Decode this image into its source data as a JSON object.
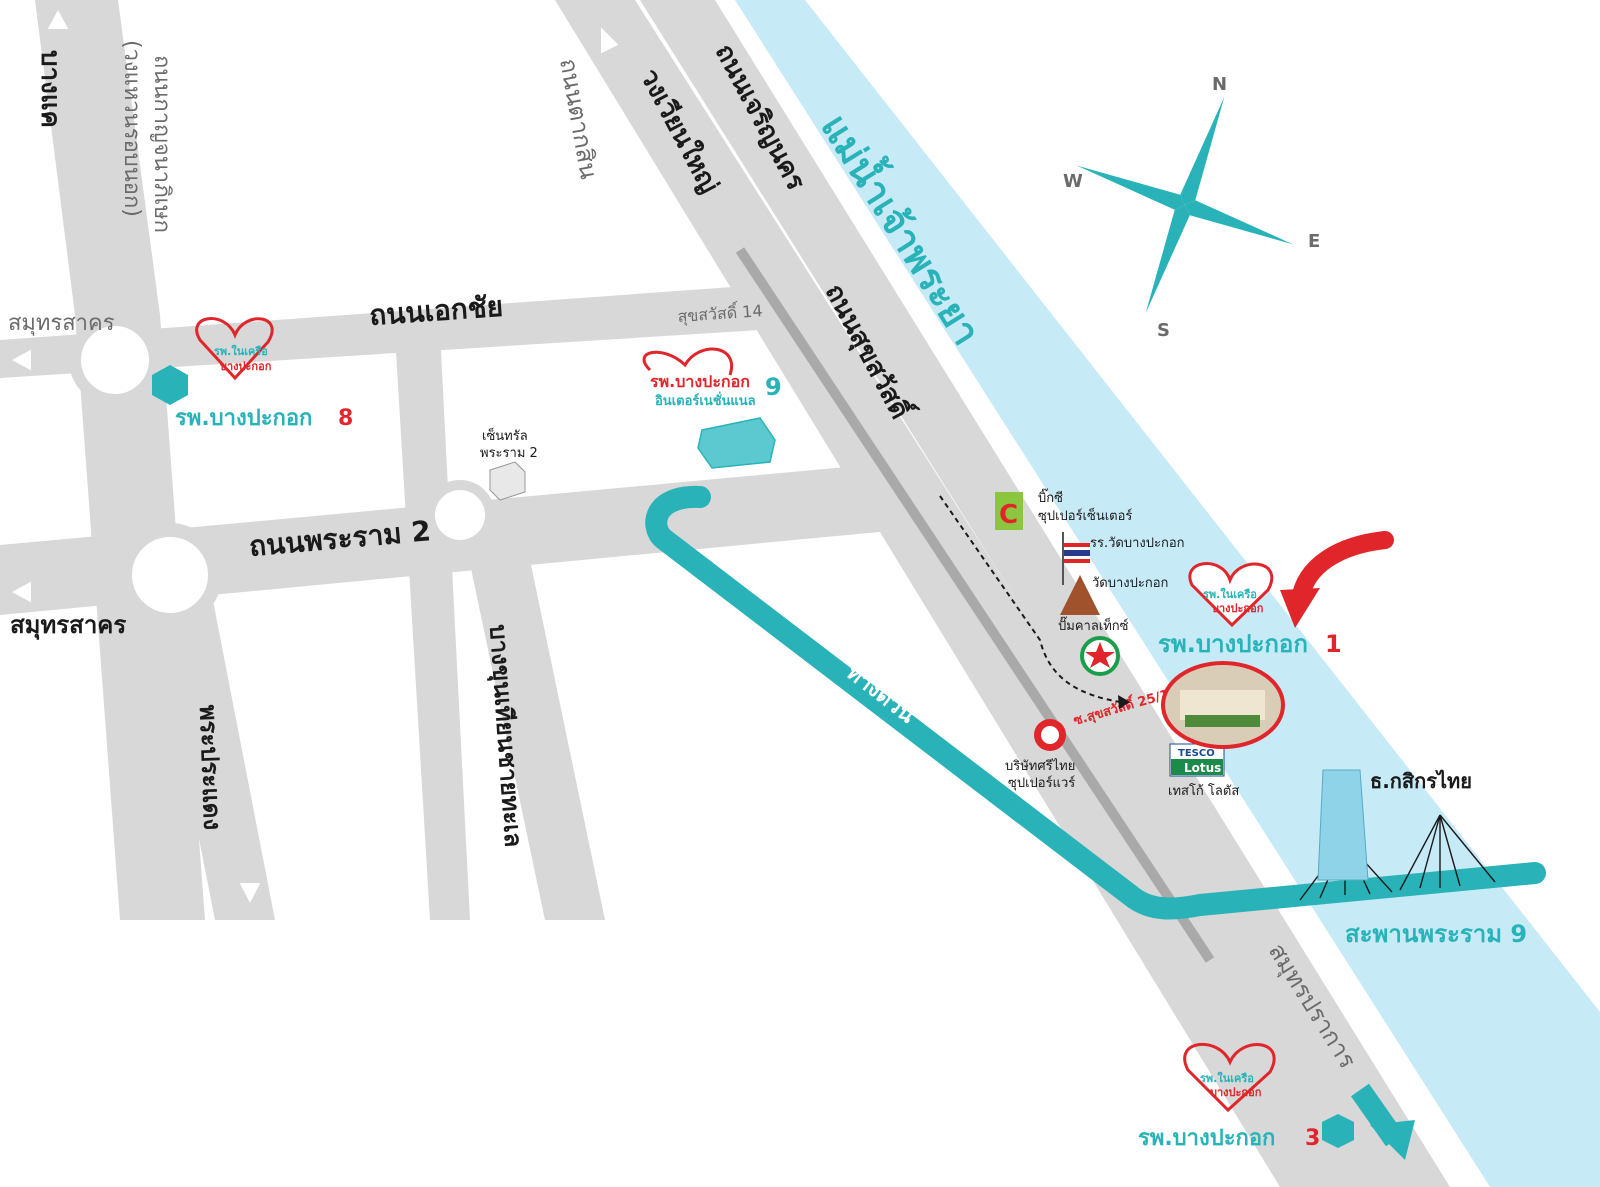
{
  "colors": {
    "river": "#c7eaf7",
    "road": "#d6d6d6",
    "road_dark": "#bdbdbd",
    "expressway": "#29b3b8",
    "brand_red": "#e0262b",
    "text_dark": "#1a1a1a",
    "text_grey": "#6b6b6b"
  },
  "compass": {
    "n": "N",
    "e": "E",
    "s": "S",
    "w": "W"
  },
  "river": {
    "name": "แม่น้ำเจ้าพระยา"
  },
  "roads": {
    "bang_khae": "บางแค",
    "kanchanaphisek": "ถนนกาญจนาภิเษก",
    "outer_ring": "(วงแหวนรอบนอก)",
    "taksin": "ถนนตากสิน",
    "wongwian_yai": "วงเวียนใหญ่",
    "charoen_nakhon": "ถนนเจริญนคร",
    "ekkachai": "ถนนเอกชัย",
    "suksawat": "ถนนสุขสวัสดิ์",
    "suksawat_14": "สุขสวัสดิ์ 14",
    "rama2": "ถนนพระราม 2",
    "samut_sakhon_top": "สมุทรสาคร",
    "samut_sakhon_bottom": "สมุทรสาคร",
    "phra_pradaeng": "พระประแดง",
    "bang_khun_thian": "บางขุนเทียนชายทะเล",
    "expressway": "ทางด่วน",
    "soi_25_1": "ซ.สุขสวัสดิ์ 25/1",
    "samut_prakan": "สมุทรปราการ",
    "rama9_bridge": "สะพานพระราม 9"
  },
  "places": {
    "central": [
      "เซ็นทรัล",
      "พระราม 2"
    ],
    "bigc": [
      "บิ๊กซี",
      "ซุปเปอร์เซ็นเตอร์"
    ],
    "school": "รร.วัดบางปะกอก",
    "temple": "วัดบางปะกอก",
    "caltex": "ปั๊มคาลเท็กซ์",
    "srithai": [
      "บริษัทศรีไทย",
      "ซุปเปอร์แวร์"
    ],
    "tesco_logo": [
      "TESCO",
      "Lotus"
    ],
    "tesco": "เทสโก้ โลตัส",
    "kbank": "ธ.กสิกรไทย"
  },
  "hospitals": {
    "h8": {
      "logo": [
        "รพ.ในเครือ",
        "บางปะกอก"
      ],
      "name": "รพ.บางปะกอก",
      "num": "8"
    },
    "h9": {
      "logo": [
        "รพ.บางปะกอก",
        "อินเตอร์เนชั่นแนล"
      ],
      "logo_num": "9"
    },
    "h1": {
      "logo": [
        "รพ.ในเครือ",
        "บางปะกอก"
      ],
      "name": "รพ.บางปะกอก",
      "num": "1"
    },
    "h3": {
      "logo": [
        "รพ.ในเครือ",
        "บางปะกอก"
      ],
      "name": "รพ.บางปะกอก",
      "num": "3"
    }
  }
}
